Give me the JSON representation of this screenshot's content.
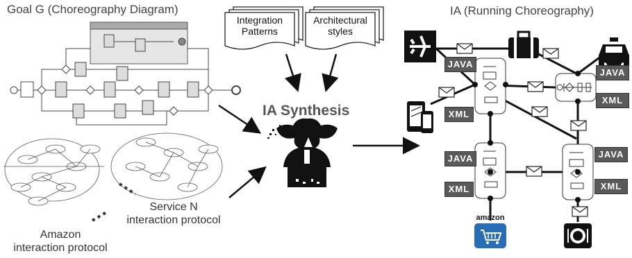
{
  "goal_title": "Goal G (Choreography Diagram)",
  "ia_title": "IA (Running Choreography)",
  "synthesis_label": "IA Synthesis",
  "docs": {
    "integration": "Integration Patterns",
    "integration_line1": "Integration",
    "integration_line2": "Patterns",
    "architectural_line1": "Architectural",
    "architectural_line2": "styles"
  },
  "protocols": {
    "service_n_line1": "Service N",
    "service_n_line2": "interaction protocol",
    "amazon_line1": "Amazon",
    "amazon_line2": "interaction protocol"
  },
  "badges": {
    "java": "JAVA",
    "xml": "XML"
  },
  "amazon_logo_text": "amazon",
  "colors": {
    "badge": "#5a5a5a",
    "cart_blue": "#2a6db5"
  }
}
